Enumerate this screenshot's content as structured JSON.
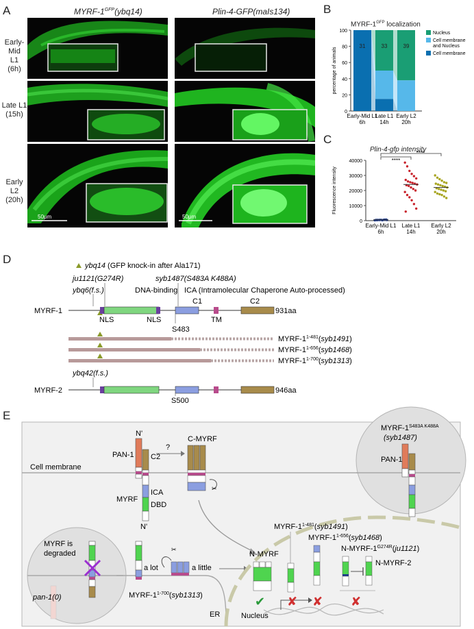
{
  "panel_labels": {
    "a": "A",
    "b": "B",
    "c": "C",
    "d": "D",
    "e": "E"
  },
  "panel_a": {
    "col_headers": [
      "MYRF-1",
      "GFP",
      "(ybq14)",
      "Plin-4-GFP(maIs134)"
    ],
    "row_labels": [
      {
        "l1": "Early-Mid",
        "l2": "L1",
        "l3": "(6h)"
      },
      {
        "l1": "Late L1",
        "l2": "(15h)",
        "l3": ""
      },
      {
        "l1": "Early L2",
        "l2": "(20h)",
        "l3": ""
      }
    ],
    "scale_bar": "50μm",
    "colors": {
      "bg": "#050505",
      "worm": "#1fc41f",
      "bright": "#3cf03c",
      "inset_border": "#e8e8e8"
    }
  },
  "chart_data": [
    {
      "type": "bar",
      "title": "MYRF-1",
      "title_sup": "GFP",
      "title_suffix": " localization",
      "ylabel": "percentage of animals",
      "ylim": [
        0,
        100
      ],
      "yticks": [
        "0",
        "20",
        "40",
        "60",
        "80",
        "100"
      ],
      "categories": [
        {
          "l1": "Early-Mid L1",
          "l2": "6h"
        },
        {
          "l1": "Late L1",
          "l2": "14h"
        },
        {
          "l1": "Early L2",
          "l2": "20h"
        }
      ],
      "n_labels": [
        "31",
        "33",
        "39"
      ],
      "series": [
        {
          "name": "Cell membrane",
          "color": "#0a6fb0",
          "values": [
            100,
            15,
            0
          ]
        },
        {
          "name": "Cell membrane and Nucleus",
          "color": "#56b8ea",
          "values": [
            0,
            35,
            38
          ]
        },
        {
          "name": "Nucleus",
          "color": "#1a9e74",
          "values": [
            0,
            50,
            62
          ]
        }
      ],
      "legend": [
        {
          "l1": "Nucleus",
          "l2": ""
        },
        {
          "l1": "Cell membrane",
          "l2": "and Nucleus"
        },
        {
          "l1": "Cell membrane",
          "l2": ""
        }
      ]
    },
    {
      "type": "scatter",
      "title": "Plin-4-gfp intensity",
      "ylabel": "Fluorescence intensity",
      "ylim": [
        0,
        40000
      ],
      "yticks": [
        "0",
        "10000",
        "20000",
        "30000",
        "40000"
      ],
      "categories": [
        {
          "l1": "Early-Mid L1",
          "l2": "6h"
        },
        {
          "l1": "Late L1",
          "l2": "14h"
        },
        {
          "l1": "Early L2",
          "l2": "20h"
        }
      ],
      "significance": [
        "****",
        "****"
      ],
      "means": [
        500,
        24000,
        22000
      ],
      "series": [
        {
          "name": "Early-Mid L1",
          "color": "#1e3b8c",
          "values": [
            200,
            300,
            400,
            500,
            600,
            700,
            350,
            450,
            550,
            250,
            650,
            400,
            500
          ]
        },
        {
          "name": "Late L1",
          "color": "#c8232c",
          "values": [
            38500,
            36000,
            33000,
            31000,
            29500,
            28000,
            27000,
            26000,
            25500,
            25000,
            24500,
            24000,
            23500,
            23000,
            22000,
            21000,
            20000,
            19000,
            17000,
            15500,
            13500,
            11000,
            8000,
            6000
          ]
        },
        {
          "name": "Early L2",
          "color": "#a8a520",
          "values": [
            30000,
            28500,
            27500,
            26500,
            25500,
            25000,
            24500,
            24000,
            23500,
            23000,
            22500,
            22000,
            21500,
            21000,
            20500,
            20000,
            19500,
            19000,
            18000,
            17500,
            17000,
            16000,
            15000
          ]
        }
      ]
    }
  ],
  "panel_d": {
    "alleles": {
      "ybq14": {
        "name": "ybq14",
        "desc": " (GFP knock-in after Ala171)"
      },
      "ju1121": "ju1121(G274R)",
      "syb1487": "syb1487(S483A K488A)",
      "ybq6": "ybq6(f.s.)",
      "ybq42": "ybq42(f.s.)"
    },
    "domains": {
      "dna_binding": "DNA-binding",
      "ica": "ICA (Intramolecular Chaperone Auto-processed)",
      "c1": "C1",
      "c2": "C2",
      "nls": "NLS",
      "tm": "TM",
      "s483": "S483",
      "s500": "S500"
    },
    "myrf1": {
      "name": "MYRF-1",
      "length": "931aa"
    },
    "myrf2": {
      "name": "MYRF-2",
      "length": "946aa"
    },
    "truncations": [
      {
        "base": "MYRF-1",
        "sup": "1-481",
        "allele": "syb1491"
      },
      {
        "base": "MYRF-1",
        "sup": "1-656",
        "allele": "syb1468"
      },
      {
        "base": "MYRF-1",
        "sup": "1-700",
        "allele": "syb1313"
      }
    ],
    "colors": {
      "dbd": "#7fd67f",
      "ica": "#8b9ee0",
      "tm": "#b84b8c",
      "c2": "#a88b4b",
      "nls": "#6a3f9e",
      "trunc": "#b89a9a",
      "marker": "#8a9a2a"
    }
  },
  "panel_e": {
    "cell_membrane": "Cell membrane",
    "pan1": "PAN-1",
    "n_prime": "N'",
    "c2": "C2",
    "ica": "ICA",
    "dbd": "DBD",
    "myrf": "MYRF",
    "c_myrf": "C-MYRF",
    "question": "?",
    "mutant_title": "MYRF-1",
    "mutant_sup": "S483A K488A",
    "mutant_allele": "(syb1487)",
    "myrf_degraded_1": "MYRF is",
    "myrf_degraded_2": "degraded",
    "pan1_null": "pan-1(0)",
    "a_lot": "a lot",
    "a_little": "a little",
    "er": "ER",
    "nucleus": "Nucleus",
    "n_myrf": "N-MYRF",
    "n_myrf2": "N-MYRF-2",
    "trunc_700": {
      "base": "MYRF-1",
      "sup": "1-700",
      "allele": "syb1313"
    },
    "trunc_481": {
      "base": "MYRF-1",
      "sup": "1-481",
      "allele": "syb1491"
    },
    "trunc_656": {
      "base": "MYRF-1",
      "sup": "1-656",
      "allele": "syb1468"
    },
    "g274r": {
      "base": "N-MYRF-1",
      "sup": "G274R",
      "allele": "ju1121"
    },
    "check": "✔",
    "cross": "✘",
    "colors": {
      "pan1": "#e07b5a",
      "c2": "#a88b4b",
      "ica": "#8b9ee0",
      "dbd": "#4fd44f",
      "tm": "#b84b8c",
      "check": "#2a9a3a",
      "cross": "#d03030",
      "x_mark": "#9b30d0",
      "nucleus_dash": "#c9c9a8"
    }
  }
}
